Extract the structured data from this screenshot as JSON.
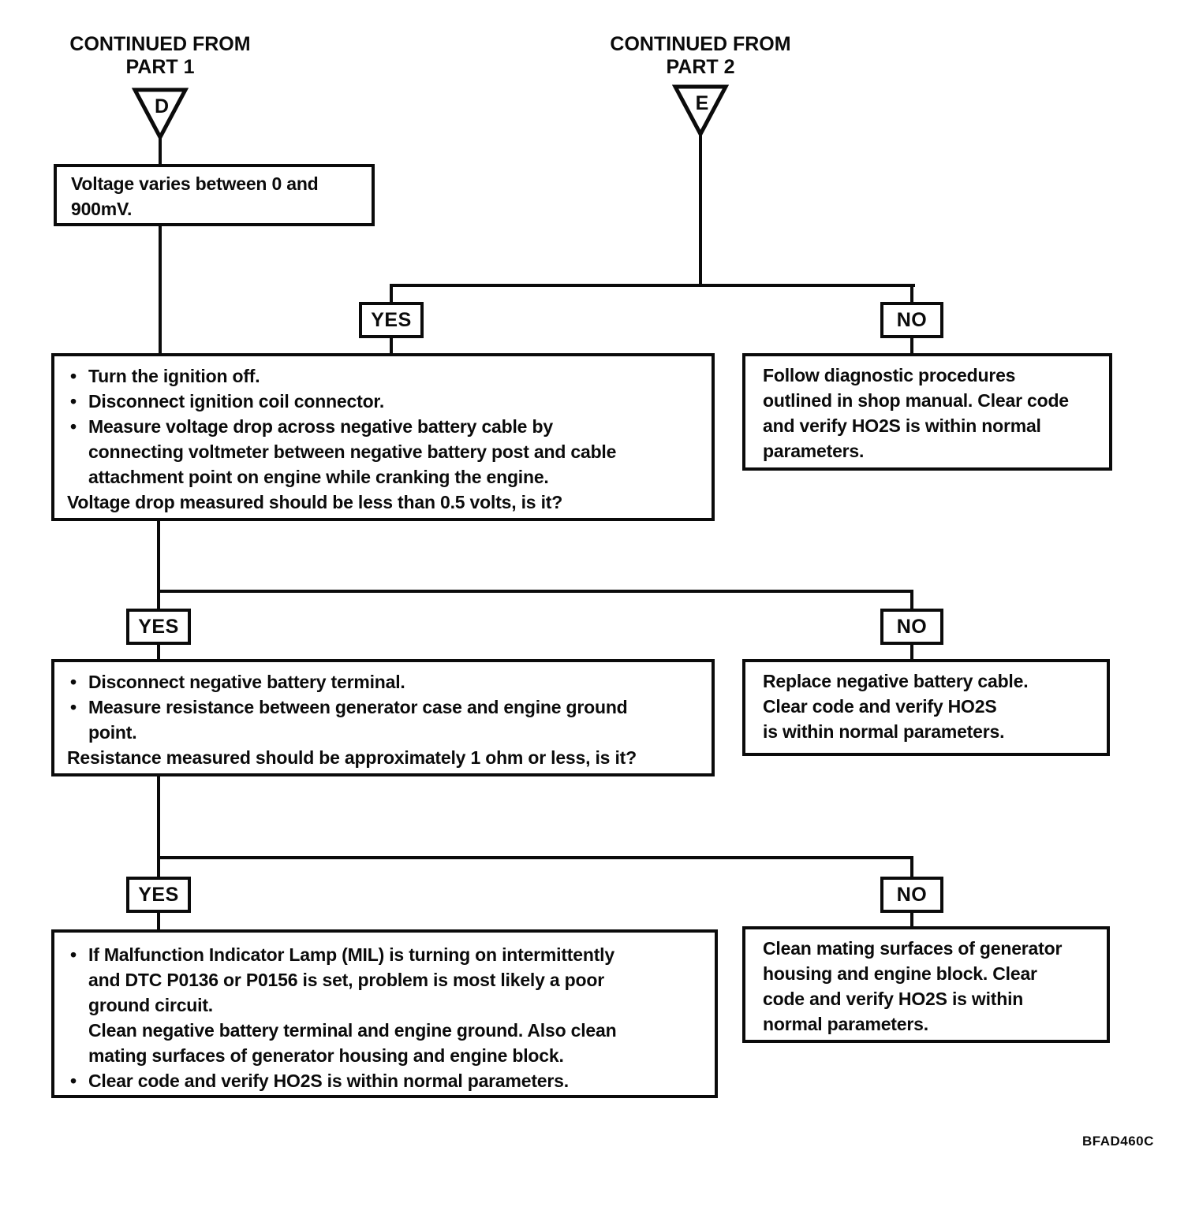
{
  "diagram": {
    "header_left": {
      "line1": "CONTINUED FROM",
      "line2": "PART 1",
      "connector": "D"
    },
    "header_right": {
      "line1": "CONTINUED FROM",
      "line2": "PART 2",
      "connector": "E"
    },
    "start_box": {
      "text": "Voltage varies between 0 and\n900mV."
    },
    "branches": [
      {
        "yes": "YES",
        "no": "NO"
      },
      {
        "yes": "YES",
        "no": "NO"
      },
      {
        "yes": "YES",
        "no": "NO"
      }
    ],
    "step_boxes": [
      {
        "items": [
          {
            "kind": "bullet",
            "text": "Turn the ignition off."
          },
          {
            "kind": "bullet",
            "text": "Disconnect ignition coil connector."
          },
          {
            "kind": "bullet",
            "text": "Measure voltage drop across negative battery cable by\nconnecting voltmeter between negative battery post and cable\nattachment point on engine while cranking the engine."
          },
          {
            "kind": "plain",
            "text": "Voltage drop measured should be less than 0.5 volts, is it?"
          }
        ]
      },
      {
        "items": [
          {
            "kind": "bullet",
            "text": "Disconnect negative battery terminal."
          },
          {
            "kind": "bullet",
            "text": "Measure resistance between generator case and engine ground\npoint."
          },
          {
            "kind": "plain",
            "text": "Resistance measured should be approximately 1 ohm or less, is it?"
          }
        ]
      },
      {
        "items": [
          {
            "kind": "bullet",
            "text": "If Malfunction Indicator Lamp (MIL) is turning on intermittently\nand DTC P0136 or P0156 is set, problem is most likely a poor\nground circuit.\nClean negative battery terminal and engine ground. Also clean\nmating surfaces of generator housing and engine block."
          },
          {
            "kind": "bullet",
            "text": "Clear code and verify HO2S is within normal parameters."
          }
        ]
      }
    ],
    "result_boxes": [
      {
        "text": "Follow diagnostic procedures\noutlined in shop manual. Clear code\nand verify HO2S is within normal\nparameters."
      },
      {
        "text": "Replace negative battery cable.\nClear code and verify HO2S\nis within normal parameters."
      },
      {
        "text": "Clean mating surfaces of generator\nhousing and engine block. Clear\ncode and verify HO2S is within\nnormal parameters."
      }
    ],
    "footer_code": "BFAD460C",
    "colors": {
      "ink": "#0b0b0b",
      "paper": "#ffffff"
    }
  }
}
